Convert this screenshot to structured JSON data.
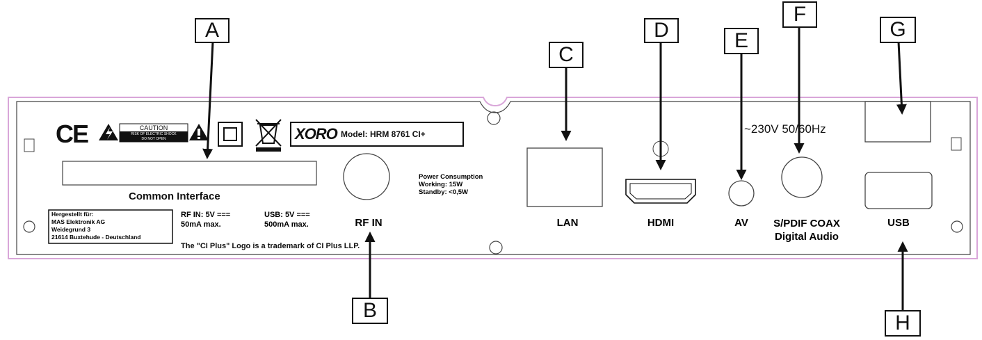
{
  "callouts": {
    "a": "A",
    "b": "B",
    "c": "C",
    "d": "D",
    "e": "E",
    "f": "F",
    "g": "G",
    "h": "H"
  },
  "panel": {
    "ce_mark": "CE",
    "caution_title": "CAUTION",
    "caution_line1": "RISK OF ELECTRIC SHOCK",
    "caution_line2": "DO NOT OPEN",
    "brand": "XORO",
    "model": "Model: HRM 8761 CI+",
    "common_interface": "Common Interface",
    "manufacturer_lines": [
      "Hergestellt für:",
      "MAS Elektronik AG",
      "Weidegrund 3",
      "21614 Buxtehude - Deutschland"
    ],
    "rf_spec_line1": "RF IN: 5V ===",
    "rf_spec_line2": "50mA max.",
    "usb_spec_line1": "USB: 5V ===",
    "usb_spec_line2": "500mA max.",
    "trademark": "The \"CI Plus\" Logo is a trademark of CI Plus LLP.",
    "power_title": "Power Consumption",
    "power_working": "Working: 15W",
    "power_standby": "Standby: <0,5W",
    "voltage": "~230V 50/60Hz"
  },
  "ports": {
    "rf_in": "RF IN",
    "lan": "LAN",
    "hdmi": "HDMI",
    "av": "AV",
    "spdif_line1": "S/PDIF COAX",
    "spdif_line2": "Digital Audio",
    "usb": "USB"
  },
  "colors": {
    "panel_outline": "#d9a6d9",
    "ink": "#111111"
  }
}
